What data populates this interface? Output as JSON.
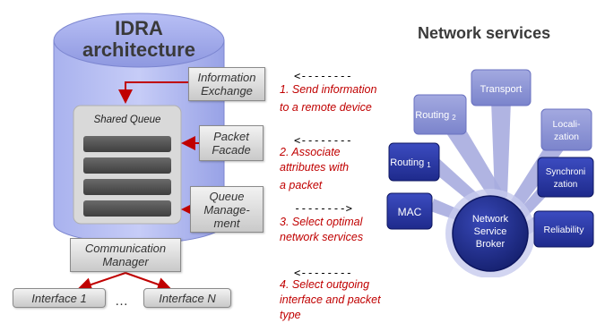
{
  "idra": {
    "title_line1": "IDRA",
    "title_line2": "architecture",
    "information_exchange": [
      "Information",
      "Exchange"
    ],
    "shared_queue": "Shared Queue",
    "packet_facade": [
      "Packet",
      "Facade"
    ],
    "queue_management": [
      "Queue",
      "Manage-",
      "ment"
    ],
    "communication_manager": [
      "Communication",
      "Manager"
    ],
    "interface_1": "Interface 1",
    "ellipsis": "…",
    "interface_n": "Interface N"
  },
  "steps": [
    {
      "arrow": "<--------",
      "lines": [
        "1. Send information",
        "to a remote device"
      ]
    },
    {
      "arrow": "<--------",
      "lines": [
        "2. Associate",
        "attributes with",
        "a packet"
      ]
    },
    {
      "arrow": "-------->",
      "lines": [
        "3. Select optimal",
        "network services"
      ]
    },
    {
      "arrow": "<--------",
      "lines": [
        "4. Select outgoing",
        "interface and packet",
        "type"
      ]
    }
  ],
  "network": {
    "title": "Network services",
    "broker": [
      "Network",
      "Service",
      "Broker"
    ],
    "services": {
      "transport": "Transport",
      "routing2": [
        "Routing",
        "2"
      ],
      "localization": [
        "Locali-",
        "zation"
      ],
      "routing1": [
        "Routing",
        "1"
      ],
      "synchronization": [
        "Synchroni",
        "zation"
      ],
      "mac": "MAC",
      "reliability": "Reliability"
    }
  },
  "colors": {
    "cylinder": "#9da7e8",
    "arrow_red": "#c00000",
    "service_blue": "#2a3aa8",
    "broker": "#1e2c8a"
  }
}
